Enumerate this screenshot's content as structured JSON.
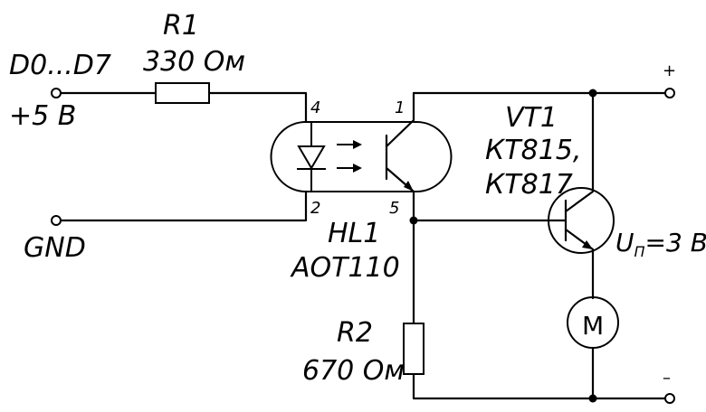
{
  "labels": {
    "input": "D0...D7",
    "supply": "+5 В",
    "ground": "GND",
    "plus": "+",
    "minus": "–",
    "voltage_u": "U",
    "voltage_sub": "П",
    "voltage_value": "=3 В"
  },
  "r1": {
    "name": "R1",
    "value": "330 Ом"
  },
  "r2": {
    "name": "R2",
    "value": "670 Ом"
  },
  "optocoupler": {
    "name": "HL1",
    "type": "АОТ110",
    "pins": {
      "p4": "4",
      "p2": "2",
      "p1": "1",
      "p5": "5"
    }
  },
  "transistor": {
    "name": "VT1",
    "type1": "КТ815,",
    "type2": "КТ817"
  },
  "motor": {
    "symbol": "М"
  }
}
